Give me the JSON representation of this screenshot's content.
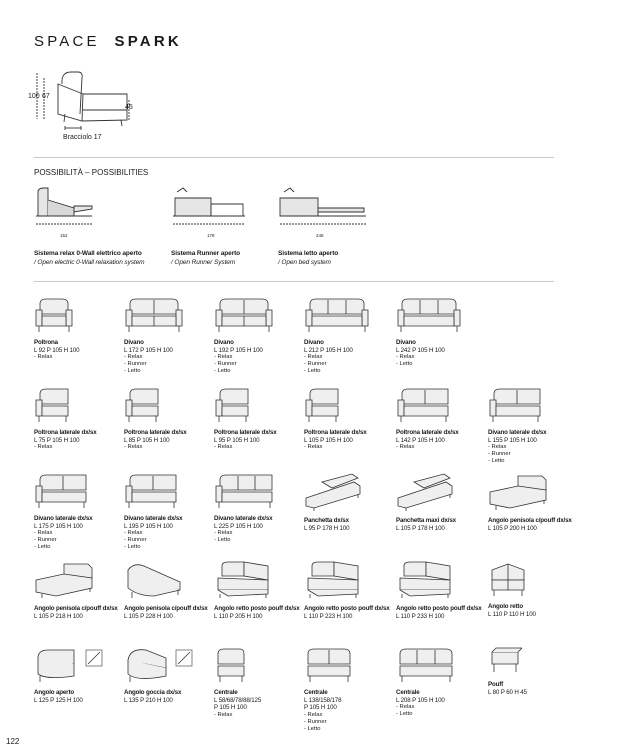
{
  "header": {
    "title_light": "SPACE",
    "title_bold": "SPARK"
  },
  "dimensions": {
    "h_total": "100",
    "h_back": "67",
    "h_seat": "45",
    "armrest": "Bracciolo 17"
  },
  "section_title": "POSSIBILITÀ – POSSIBILITIES",
  "systems": [
    {
      "dim": "152",
      "label_it": "Sistema relax 0-Wall elettrico aperto",
      "label_en": "/ Open electric 0-Wall relaxation system"
    },
    {
      "dim": "178",
      "label_it": "Sistema Runner aperto",
      "label_en": "/ Open Runner System"
    },
    {
      "dim": "248",
      "label_it": "Sistema letto aperto",
      "label_en": "/ Open bed system"
    }
  ],
  "items": [
    {
      "name": "Poltrona",
      "dims": "L 92 P 105 H 100",
      "options": [
        "- Relax"
      ]
    },
    {
      "name": "Divano",
      "dims": "L 172 P 105 H 100",
      "options": [
        "- Relax",
        "- Runner",
        "- Letto"
      ]
    },
    {
      "name": "Divano",
      "dims": "L 192  P 105 H 100",
      "options": [
        "- Relax",
        "- Runner",
        "- Letto"
      ]
    },
    {
      "name": "Divano",
      "dims": "L 212 P 105 H 100",
      "options": [
        "- Relax",
        "- Runner",
        "- Letto"
      ]
    },
    {
      "name": "Divano",
      "dims": "L 242 P 105 H 100",
      "options": [
        "- Relax",
        "- Letto"
      ]
    },
    {
      "name": "Poltrona laterale dx/sx",
      "dims": "L 75 P 105 H 100",
      "options": [
        "- Relax"
      ]
    },
    {
      "name": "Poltrona laterale dx/sx",
      "dims": "L 85 P 105 H 100",
      "options": [
        "- Relax"
      ]
    },
    {
      "name": "Poltrona laterale dx/sx",
      "dims": "L 95 P 105 H 100",
      "options": [
        "- Relax"
      ]
    },
    {
      "name": "Poltrona laterale dx/sx",
      "dims": "L 105 P 105 H 100",
      "options": [
        "- Relax"
      ]
    },
    {
      "name": "Poltrona laterale dx/sx",
      "dims": "L 142 P 105 H 100",
      "options": [
        "- Relax"
      ]
    },
    {
      "name": "Divano laterale dx/sx",
      "dims": "L 155 P 105 H 100",
      "options": [
        "- Relax",
        "- Runner",
        "- Letto"
      ]
    },
    {
      "name": "Divano laterale dx/sx",
      "dims": "L 175 P 105 H 100",
      "options": [
        "- Relax",
        "- Runner",
        "- Letto"
      ]
    },
    {
      "name": "Divano laterale dx/sx",
      "dims": "L 195  P 105 H 100",
      "options": [
        "- Relax",
        "- Runner",
        "- Letto"
      ]
    },
    {
      "name": "Divano laterale dx/sx",
      "dims": "L 225 P 105 H 100",
      "options": [
        "- Relax",
        "- Letto"
      ]
    },
    {
      "name": "Panchetta dx/sx",
      "dims": "L 95 P 178 H 100",
      "options": []
    },
    {
      "name": "Panchetta maxi dx/sx",
      "dims": "L 105 P 178 H 100",
      "options": []
    },
    {
      "name": "Angolo penisola c/pouff dx/sx",
      "dims": "L 105 P 200 H 100",
      "options": []
    },
    {
      "name": "Angolo penisola c/pouff dx/sx",
      "dims": "L 105 P 218 H 100",
      "options": []
    },
    {
      "name": "Angolo penisola c/pouff dx/sx",
      "dims": "L 105 P 228 H 100",
      "options": []
    },
    {
      "name": "Angolo retto posto pouff dx/sx",
      "dims": "L 110 P 205 H 100",
      "options": []
    },
    {
      "name": "Angolo retto posto pouff dx/sx",
      "dims": "L 110 P 223 H 100",
      "options": []
    },
    {
      "name": "Angolo retto posto pouff dx/sx",
      "dims": "L 110 P 233 H 100",
      "options": []
    },
    {
      "name": "Angolo retto",
      "dims": "L 110 P 110 H 100",
      "options": []
    },
    {
      "name": "Angolo aperto",
      "dims": "L 125 P 125 H 100",
      "options": []
    },
    {
      "name": "Angolo goccia dx/sx",
      "dims": "L 135 P 210 H 100",
      "options": []
    },
    {
      "name": "Centrale",
      "dims": "L 58/68/78/88/125",
      "dims2": "P 105 H 100",
      "options": [
        "- Relax"
      ]
    },
    {
      "name": "Centrale",
      "dims": "L 138/158/178",
      "dims2": "P 105 H 100",
      "options": [
        "- Relax",
        "- Runner",
        "- Letto"
      ]
    },
    {
      "name": "Centrale",
      "dims": "L 208 P 105 H 100",
      "options": [
        "- Relax",
        "- Letto"
      ]
    },
    {
      "name": "Pouff",
      "dims": "L 80 P 60 H 45",
      "options": []
    }
  ],
  "page_number": "122"
}
